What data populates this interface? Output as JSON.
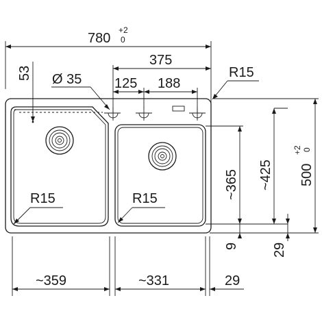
{
  "dimensions": {
    "overall_width": {
      "value": "780",
      "tol_upper": "+2",
      "tol_lower": "0"
    },
    "tap_zone": "375",
    "tap_spacing_1": "125",
    "tap_spacing_2": "188",
    "hole_diameter": "Ø 35",
    "left_offset": "53",
    "corner_radius_outer": "R15",
    "corner_radius_left_bowl": "R15",
    "corner_radius_right_bowl": "R15",
    "right_bowl_depth": "~365",
    "outer_depth_inner": "~425",
    "overall_depth": {
      "value": "500",
      "tol_upper": "+2",
      "tol_lower": "0"
    },
    "rim_bottom": "9",
    "step_right": "29",
    "left_bowl_width": "~359",
    "right_bowl_width": "~331",
    "right_margin": "29"
  }
}
